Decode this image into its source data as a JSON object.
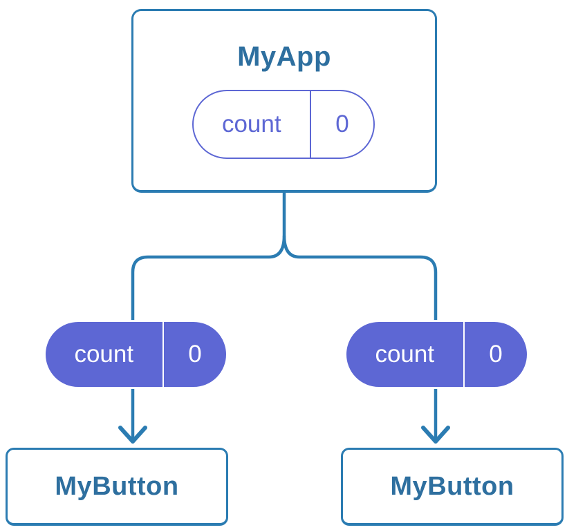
{
  "root": {
    "title": "MyApp",
    "prop": {
      "name": "count",
      "value": "0"
    }
  },
  "children": [
    {
      "title": "MyButton",
      "prop": {
        "name": "count",
        "value": "0"
      }
    },
    {
      "title": "MyButton",
      "prop": {
        "name": "count",
        "value": "0"
      }
    }
  ],
  "icons": {
    "arrowhead_left": "arrow-down-icon",
    "arrowhead_right": "arrow-down-icon"
  },
  "colors": {
    "connector": "#2b7cb2",
    "card_border": "#2b7cb2",
    "heading_text": "#2e6f9f",
    "pill_accent": "#5d67d4",
    "pill_text_light": "#ffffff",
    "background": "#ffffff"
  }
}
